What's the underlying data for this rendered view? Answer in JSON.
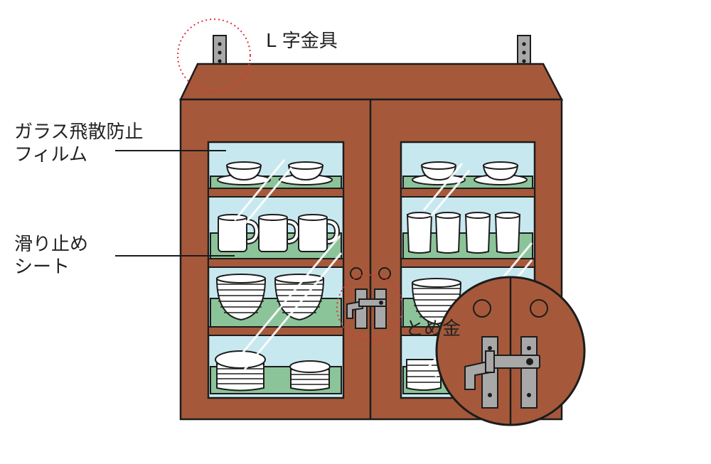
{
  "labels": {
    "l_bracket": "L 字金具",
    "film_line1": "ガラス飛散防止",
    "film_line2": "フィルム",
    "sheet_line1": "滑り止め",
    "sheet_line2": "シート",
    "latch": "とめ金"
  },
  "colors": {
    "cabinet_wood": "#a5593a",
    "outline": "#1c1c1c",
    "glass": "#c8e8f0",
    "non_slip_sheet": "#8cc49a",
    "metal_fitting": "#a8a8a8",
    "highlight_circle": "#e0323c"
  },
  "icons": [
    "l-bracket-icon",
    "latch-icon",
    "cup-icon",
    "mug-icon",
    "bowl-icon",
    "plate-icon"
  ]
}
